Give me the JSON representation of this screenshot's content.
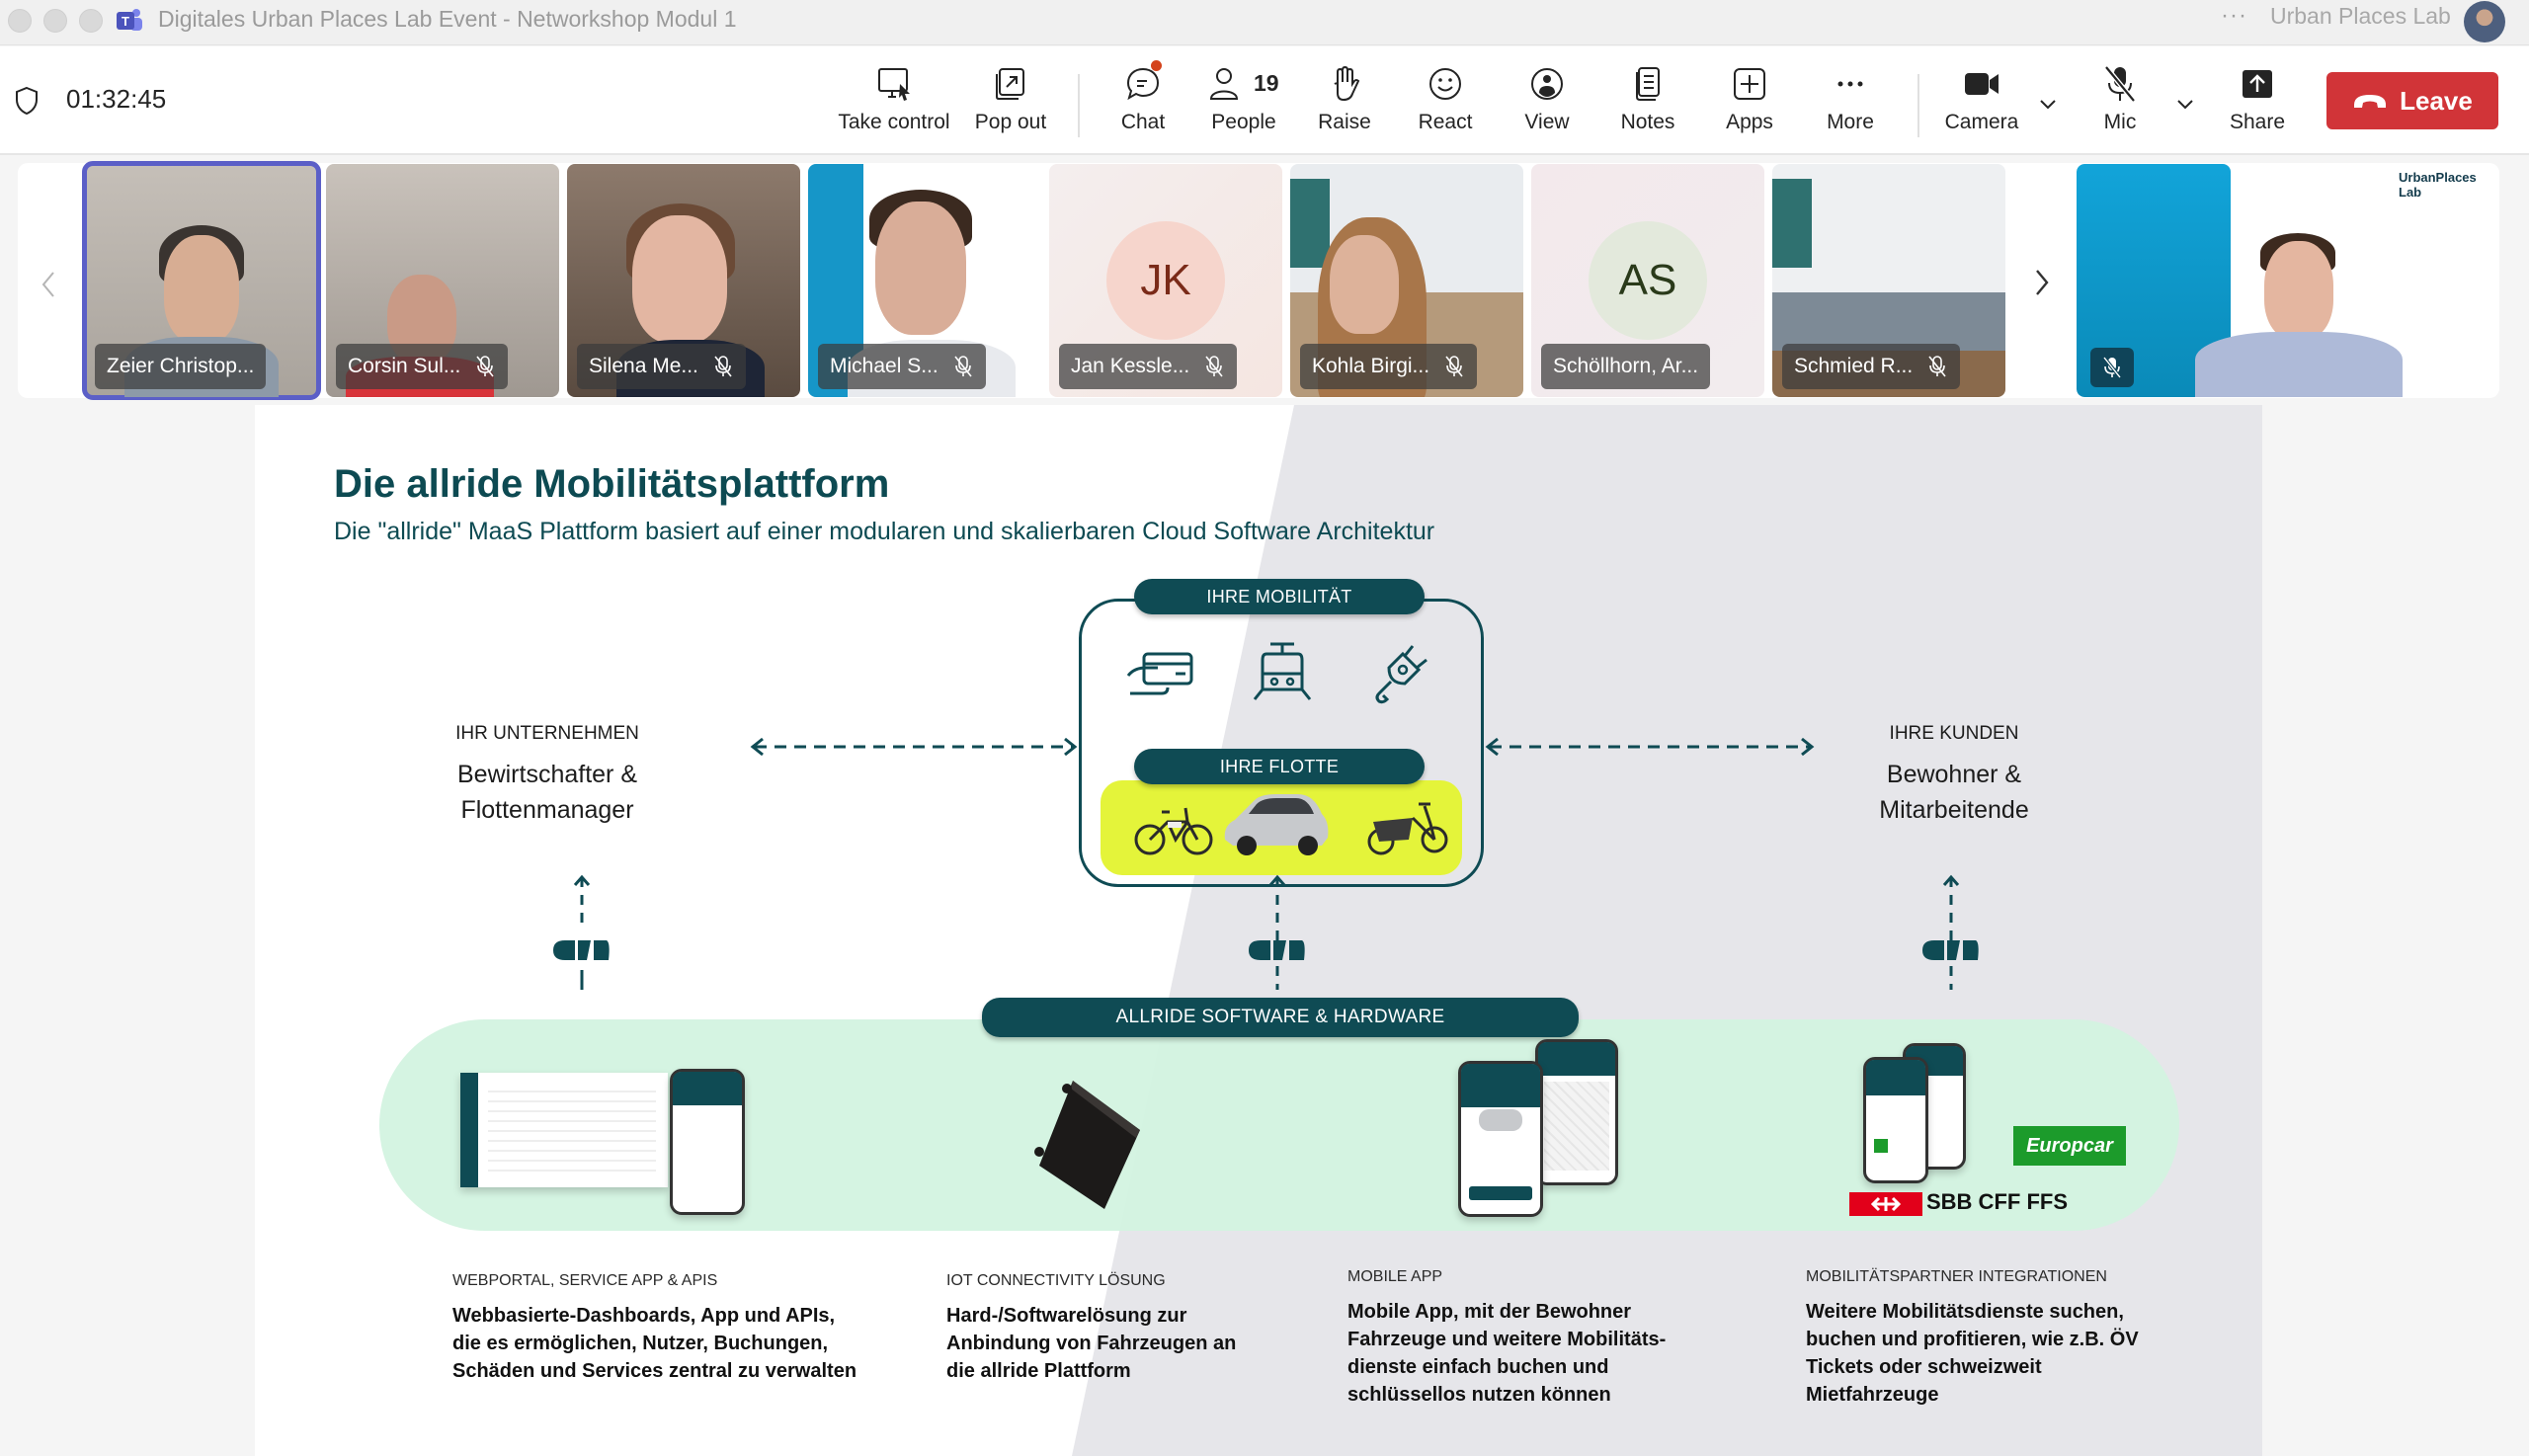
{
  "window": {
    "title": "Digitales Urban Places Lab Event - Networkshop Modul 1",
    "org_name": "Urban Places Lab",
    "more_icon": "ellipsis-icon"
  },
  "toolbar": {
    "timer": "01:32:45",
    "items": [
      {
        "id": "take-control",
        "label": "Take control",
        "icon": "take-control-icon"
      },
      {
        "id": "pop-out",
        "label": "Pop out",
        "icon": "pop-out-icon"
      },
      {
        "id": "chat",
        "label": "Chat",
        "icon": "chat-icon",
        "has_notification": true
      },
      {
        "id": "people",
        "label": "People",
        "icon": "people-icon",
        "count": "19"
      },
      {
        "id": "raise",
        "label": "Raise",
        "icon": "hand-icon"
      },
      {
        "id": "react",
        "label": "React",
        "icon": "smiley-icon"
      },
      {
        "id": "view",
        "label": "View",
        "icon": "view-icon"
      },
      {
        "id": "notes",
        "label": "Notes",
        "icon": "notes-icon"
      },
      {
        "id": "apps",
        "label": "Apps",
        "icon": "plus-icon"
      },
      {
        "id": "more",
        "label": "More",
        "icon": "ellipsis-icon"
      },
      {
        "id": "camera",
        "label": "Camera",
        "icon": "camera-icon"
      },
      {
        "id": "mic",
        "label": "Mic",
        "icon": "mic-off-icon"
      },
      {
        "id": "share",
        "label": "Share",
        "icon": "share-icon"
      }
    ],
    "leave_label": "Leave",
    "colors": {
      "leave": "#d13438",
      "accent": "#5b5fc7",
      "notification": "#d4431c"
    }
  },
  "participants": [
    {
      "name": "Zeier Christop...",
      "active": true,
      "muted": false
    },
    {
      "name": "Corsin Sul...",
      "muted": true
    },
    {
      "name": "Silena Me...",
      "muted": true
    },
    {
      "name": "Michael S...",
      "muted": true
    },
    {
      "name": "Jan Kessle...",
      "initials": "JK",
      "muted": true
    },
    {
      "name": "Kohla Birgi...",
      "muted": true
    },
    {
      "name": "Schöllhorn, Ar...",
      "initials": "AS",
      "muted": false
    },
    {
      "name": "Schmied R...",
      "muted": true
    },
    {
      "name": "",
      "muted": true,
      "logo": "UrbanPlaces Lab"
    }
  ],
  "slide": {
    "title": "Die allride Mobilitätsplattform",
    "subtitle": "Die \"allride\" MaaS Plattform basiert auf einer modularen und skalierbaren Cloud Software Architektur",
    "center": {
      "mobility_label": "IHRE MOBILITÄT",
      "fleet_label": "IHRE FLOTTE",
      "mobility_icons": [
        "card-payment-icon",
        "train-icon",
        "ev-plug-icon"
      ],
      "fleet_icons": [
        "e-bike-icon",
        "car-icon",
        "cargo-bike-icon"
      ]
    },
    "left": {
      "small": "IHR UNTERNEHMEN",
      "large_1": "Bewirtschafter &",
      "large_2": "Flottenmanager"
    },
    "right": {
      "small": "IHRE KUNDEN",
      "large_1": "Bewohner &",
      "large_2": "Mitarbeitende"
    },
    "platform_label": "ALLRIDE SOFTWARE & HARDWARE",
    "partners": {
      "europcar": "Europcar",
      "sbb": "SBB CFF FFS"
    },
    "columns": [
      {
        "heading": "WEBPORTAL, SERVICE APP & APIS",
        "lines": [
          "Webbasierte-Dashboards, App  und APIs,",
          "die es ermöglichen, Nutzer, Buchungen,",
          "Schäden und Services zentral zu verwalten"
        ]
      },
      {
        "heading": "IOT CONNECTIVITY LÖSUNG",
        "lines": [
          "Hard-/Softwarelösung zur",
          "Anbindung von Fahrzeugen an",
          "die allride Plattform"
        ]
      },
      {
        "heading": "MOBILE APP",
        "lines": [
          "Mobile App, mit der Bewohner",
          "Fahrzeuge und weitere Mobilitäts-",
          "dienste einfach buchen und",
          "schlüssellos nutzen können"
        ]
      },
      {
        "heading": "MOBILITÄTSPARTNER INTEGRATIONEN",
        "lines": [
          "Weitere Mobilitätsdienste suchen,",
          "buchen und profitieren, wie z.B. ÖV",
          "Tickets oder schweizweit",
          "Mietfahrzeuge"
        ]
      }
    ],
    "colors": {
      "teal": "#0f4b54",
      "lime": "#e4f43a",
      "mint": "#d3f3e0",
      "gray": "#e6e6ea"
    }
  }
}
